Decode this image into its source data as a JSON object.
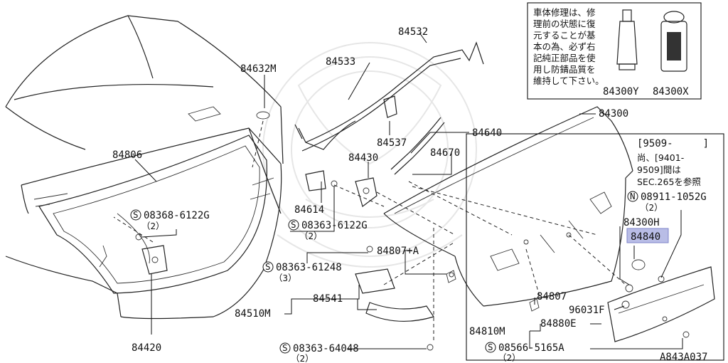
{
  "parts": {
    "p84532": "84532",
    "p84533": "84533",
    "p84632M": "84632M",
    "p84806": "84806",
    "p84537": "84537",
    "p84640": "84640",
    "p84430": "84430",
    "p84670": "84670",
    "p84614": "84614",
    "p84807A": "84807+A",
    "p84541": "84541",
    "p84510M": "84510M",
    "p84420": "84420",
    "p84807": "84807",
    "p84300": "84300",
    "p84300H": "84300H",
    "p84840": "84840",
    "p96031F": "96031F",
    "p84810M": "84810M",
    "p84880E": "84880E",
    "p84300Y": "84300Y",
    "p84300X": "84300X"
  },
  "fasteners": {
    "f1_symbol": "S",
    "f1_code": "08368-6122G",
    "f1_qty": "（2）",
    "f2_symbol": "S",
    "f2_code": "08363-6122G",
    "f2_qty": "（2）",
    "f3_symbol": "S",
    "f3_code": "08363-61248",
    "f3_qty": "（3）",
    "f4_symbol": "S",
    "f4_code": "08363-64048",
    "f4_qty": "（2）",
    "f5_symbol": "S",
    "f5_code": "08566-5165A",
    "f5_qty": "（2）",
    "f6_symbol": "N",
    "f6_code": "08911-1052G",
    "f6_qty": "（2）"
  },
  "notes": {
    "repair_line1": "車体修理は、修",
    "repair_line2": "理前の状態に復",
    "repair_line3": "元することが基",
    "repair_line4": "本の為、必ず右",
    "repair_line5": "記純正部品を使",
    "repair_line6": "用し防錆品質を",
    "repair_line7": "維持して下さい。",
    "date_range": "[9509-　　　]",
    "ref_line1": "尚、[9401-",
    "ref_line2": "9509]間は",
    "ref_line3": "SEC.265を参照"
  },
  "diagram_code": "A843A037",
  "highlight_color": "#b9bde6"
}
